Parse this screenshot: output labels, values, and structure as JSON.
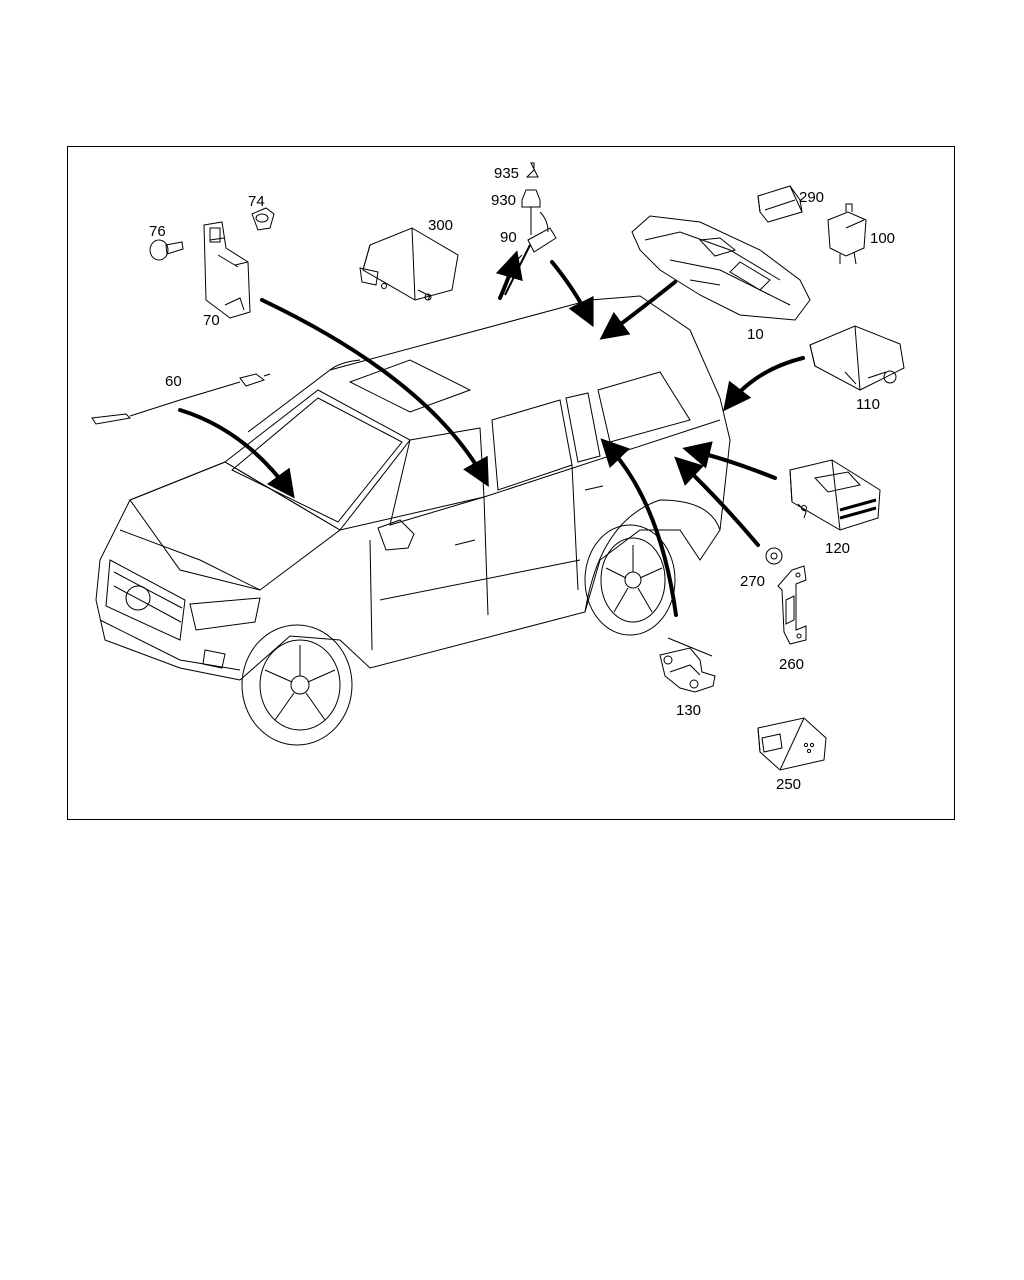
{
  "callouts": {
    "l10": "10",
    "l60": "60",
    "l70": "70",
    "l74": "74",
    "l76": "76",
    "l90": "90",
    "l100": "100",
    "l110": "110",
    "l120": "120",
    "l130": "130",
    "l250": "250",
    "l260": "260",
    "l270": "270",
    "l290": "290",
    "l300": "300",
    "l930": "930",
    "l935": "935"
  }
}
